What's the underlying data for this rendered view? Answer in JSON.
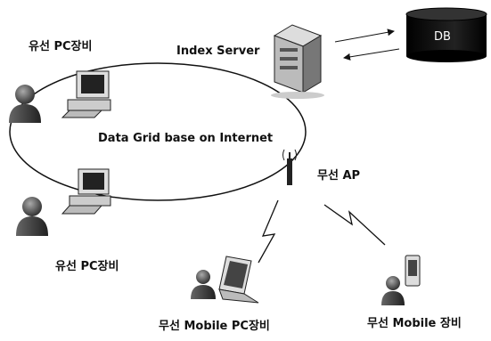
{
  "diagram": {
    "labels": {
      "wired_pc_top": "유선 PC장비",
      "wired_pc_bottom": "유선 PC장비",
      "index_server": "Index Server",
      "db": "DB",
      "data_grid": "Data Grid base on Internet",
      "wireless_ap": "무선 AP",
      "wireless_mobile_pc": "무선 Mobile PC장비",
      "wireless_mobile_device": "무선 Mobile 장비"
    },
    "colors": {
      "db_cylinder": "#111111",
      "figure": "#555555",
      "outline": "#111111"
    },
    "icons": [
      "user-figure-icon",
      "desktop-pc-icon",
      "server-icon",
      "database-icon",
      "antenna-icon",
      "lightning-icon",
      "laptop-icon",
      "pda-icon",
      "arrow-icon"
    ]
  }
}
